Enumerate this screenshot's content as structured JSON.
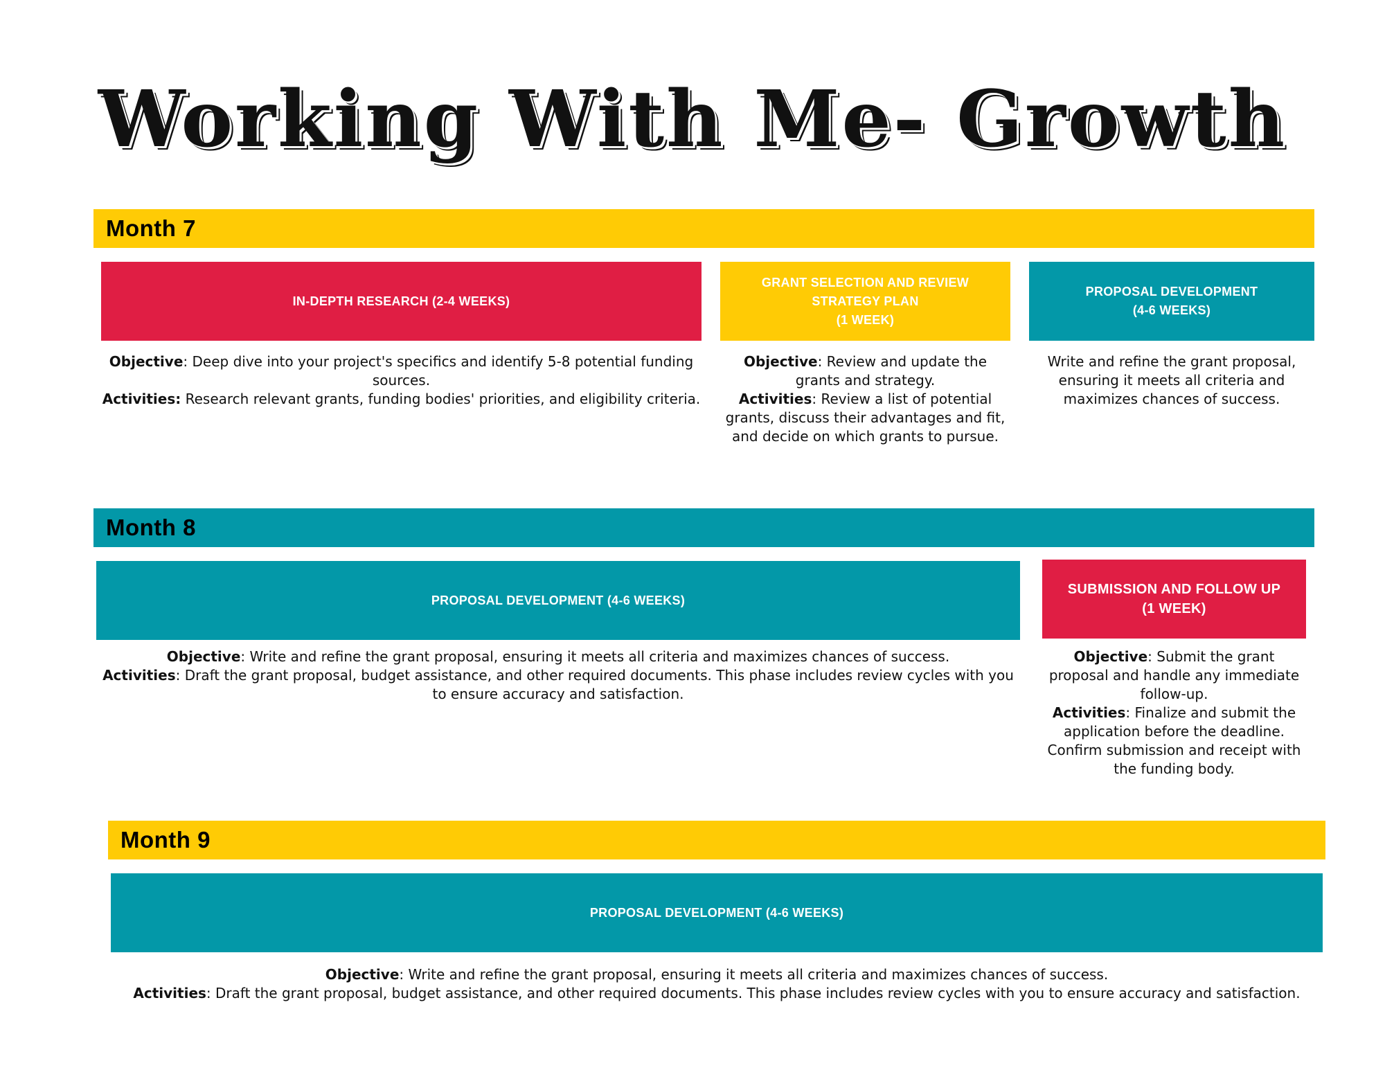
{
  "title": "Working With Me- Growth",
  "colors": {
    "yellow": "#FFCB05",
    "teal": "#0398A8",
    "red": "#E01E44"
  },
  "months": [
    {
      "label": "Month 7",
      "phases": [
        {
          "title": "IN-DEPTH RESEARCH (2-4 WEEKS)",
          "objective_label": "Objective",
          "objective": ": Deep dive into your project's specifics and identify 5-8 potential funding sources.",
          "activities_label": "Activities:",
          "activities": " Research relevant grants, funding bodies' priorities, and eligibility criteria."
        },
        {
          "title_line1": "GRANT SELECTION AND REVIEW STRATEGY PLAN",
          "title_line2": "(1 WEEK)",
          "objective_label": "Objective",
          "objective": ": Review and update the grants and strategy.",
          "activities_label": "Activities",
          "activities": ": Review a list of potential grants, discuss their advantages and fit, and decide on which grants to pursue."
        },
        {
          "title_line1": "PROPOSAL DEVELOPMENT",
          "title_line2": "(4-6 WEEKS)",
          "description": "Write and refine the grant proposal, ensuring it meets all criteria and maximizes chances of success."
        }
      ]
    },
    {
      "label": "Month 8",
      "phases": [
        {
          "title": "PROPOSAL DEVELOPMENT  (4-6 WEEKS)",
          "objective_label": "Objective",
          "objective": ": Write and refine the grant proposal, ensuring it meets all criteria and maximizes chances of success.",
          "activities_label": "Activities",
          "activities": ": Draft the grant proposal, budget assistance, and other required documents. This phase includes review cycles with you to ensure accuracy and satisfaction."
        },
        {
          "title_line1": "SUBMISSION AND FOLLOW UP",
          "title_line2": "(1 WEEK)",
          "objective_label": "Objective",
          "objective": ": Submit the grant proposal and handle any immediate follow-up.",
          "activities_label": "Activities",
          "activities": ": Finalize and submit the application before the deadline. Confirm submission and receipt with the funding body."
        }
      ]
    },
    {
      "label": "Month 9",
      "phases": [
        {
          "title": "PROPOSAL DEVELOPMENT  (4-6 WEEKS)",
          "objective_label": "Objective",
          "objective": ": Write and refine the grant proposal, ensuring it meets all criteria and maximizes chances of success.",
          "activities_label": "Activities",
          "activities": ": Draft the grant proposal, budget assistance, and other required documents. This phase includes review cycles with you to ensure accuracy and satisfaction."
        }
      ]
    }
  ]
}
